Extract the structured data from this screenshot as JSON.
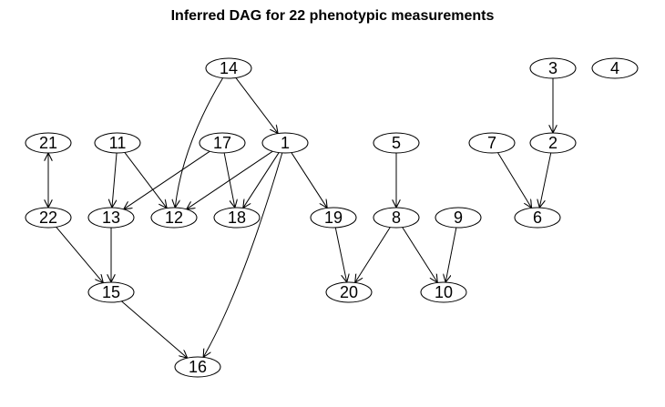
{
  "title": "Inferred DAG for 22 phenotypic measurements",
  "nodes": [
    {
      "id": "14",
      "label": "14"
    },
    {
      "id": "3",
      "label": "3"
    },
    {
      "id": "4",
      "label": "4"
    },
    {
      "id": "21",
      "label": "21"
    },
    {
      "id": "11",
      "label": "11"
    },
    {
      "id": "17",
      "label": "17"
    },
    {
      "id": "1",
      "label": "1"
    },
    {
      "id": "5",
      "label": "5"
    },
    {
      "id": "7",
      "label": "7"
    },
    {
      "id": "2",
      "label": "2"
    },
    {
      "id": "22",
      "label": "22"
    },
    {
      "id": "13",
      "label": "13"
    },
    {
      "id": "12",
      "label": "12"
    },
    {
      "id": "18",
      "label": "18"
    },
    {
      "id": "19",
      "label": "19"
    },
    {
      "id": "8",
      "label": "8"
    },
    {
      "id": "9",
      "label": "9"
    },
    {
      "id": "6",
      "label": "6"
    },
    {
      "id": "15",
      "label": "15"
    },
    {
      "id": "20",
      "label": "20"
    },
    {
      "id": "10",
      "label": "10"
    },
    {
      "id": "16",
      "label": "16"
    }
  ],
  "edges": [
    {
      "from": "14",
      "to": "1",
      "type": "directed"
    },
    {
      "from": "14",
      "to": "12",
      "type": "directed"
    },
    {
      "from": "3",
      "to": "2",
      "type": "directed"
    },
    {
      "from": "21",
      "to": "22",
      "type": "bidirected"
    },
    {
      "from": "11",
      "to": "13",
      "type": "directed"
    },
    {
      "from": "11",
      "to": "12",
      "type": "directed"
    },
    {
      "from": "17",
      "to": "13",
      "type": "directed"
    },
    {
      "from": "17",
      "to": "18",
      "type": "directed"
    },
    {
      "from": "1",
      "to": "12",
      "type": "directed"
    },
    {
      "from": "1",
      "to": "18",
      "type": "directed"
    },
    {
      "from": "1",
      "to": "19",
      "type": "directed"
    },
    {
      "from": "1",
      "to": "16",
      "type": "directed"
    },
    {
      "from": "5",
      "to": "8",
      "type": "directed"
    },
    {
      "from": "7",
      "to": "6",
      "type": "directed"
    },
    {
      "from": "2",
      "to": "6",
      "type": "directed"
    },
    {
      "from": "22",
      "to": "15",
      "type": "directed"
    },
    {
      "from": "13",
      "to": "15",
      "type": "directed"
    },
    {
      "from": "19",
      "to": "20",
      "type": "directed"
    },
    {
      "from": "8",
      "to": "20",
      "type": "directed"
    },
    {
      "from": "8",
      "to": "10",
      "type": "directed"
    },
    {
      "from": "9",
      "to": "10",
      "type": "directed"
    },
    {
      "from": "15",
      "to": "16",
      "type": "directed"
    }
  ]
}
